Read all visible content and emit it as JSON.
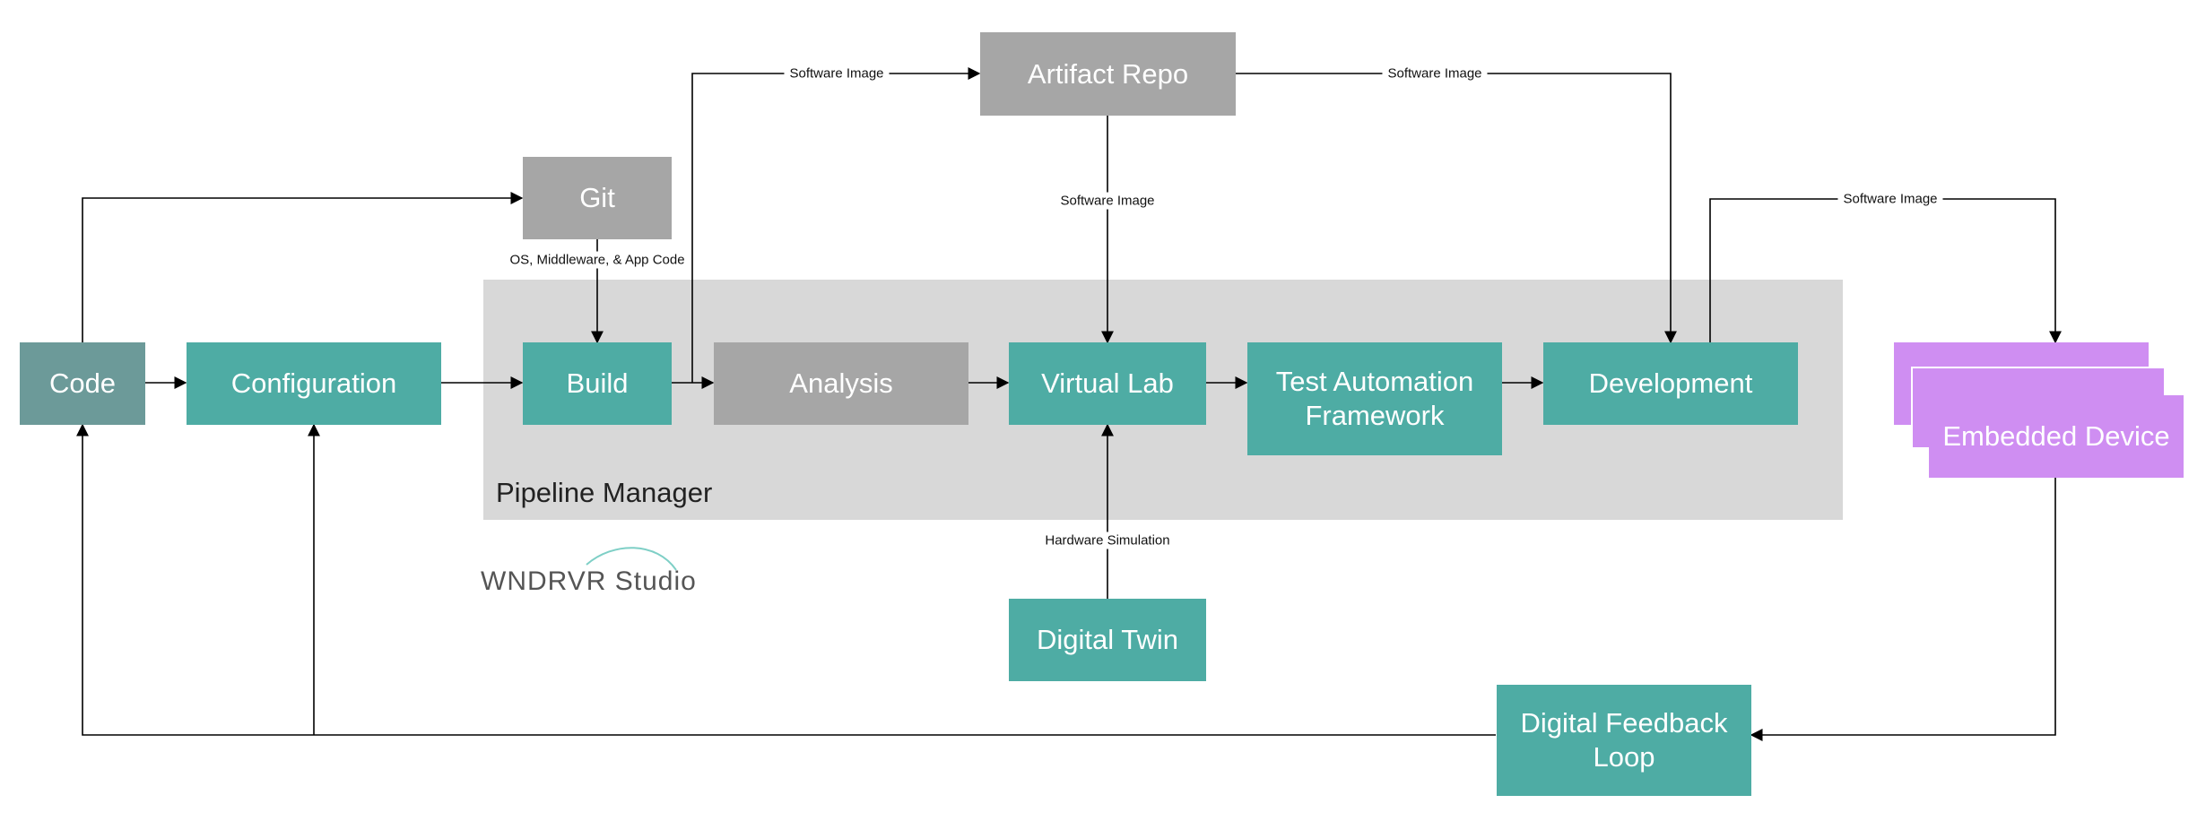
{
  "diagram": {
    "nodes": {
      "code": "Code",
      "configuration": "Configuration",
      "git": "Git",
      "build": "Build",
      "analysis": "Analysis",
      "virtual_lab": "Virtual Lab",
      "test_automation": "Test Automation\nFramework",
      "development": "Development",
      "artifact_repo": "Artifact Repo",
      "embedded_device": "Embedded Device",
      "digital_twin": "Digital Twin",
      "digital_feedback": "Digital Feedback\nLoop"
    },
    "region": {
      "pipeline_manager": "Pipeline Manager"
    },
    "edge_labels": {
      "git_to_build": "OS, Middleware, & App Code",
      "build_to_artifact": "Software Image",
      "artifact_to_development": "Software Image",
      "artifact_to_virtual_lab": "Software Image",
      "development_to_device": "Software Image",
      "twin_to_virtual_lab": "Hardware Simulation"
    },
    "edges": [
      {
        "from": "code",
        "to": "configuration"
      },
      {
        "from": "code",
        "to": "git"
      },
      {
        "from": "configuration",
        "to": "build"
      },
      {
        "from": "git",
        "to": "build"
      },
      {
        "from": "build",
        "to": "analysis"
      },
      {
        "from": "build",
        "to": "artifact_repo"
      },
      {
        "from": "analysis",
        "to": "virtual_lab"
      },
      {
        "from": "artifact_repo",
        "to": "virtual_lab"
      },
      {
        "from": "artifact_repo",
        "to": "development"
      },
      {
        "from": "virtual_lab",
        "to": "test_automation"
      },
      {
        "from": "test_automation",
        "to": "development"
      },
      {
        "from": "development",
        "to": "embedded_device"
      },
      {
        "from": "digital_twin",
        "to": "virtual_lab"
      },
      {
        "from": "embedded_device",
        "to": "digital_feedback"
      },
      {
        "from": "digital_feedback",
        "to": "code"
      },
      {
        "from": "digital_feedback",
        "to": "configuration"
      }
    ]
  },
  "logo": {
    "text": "WNDRVR Studio"
  },
  "colors": {
    "teal": "#4eaca4",
    "gray": "#a6a6a6",
    "code": "#6c9a99",
    "violet": "#cf8ef2",
    "region": "#d8d8d8"
  }
}
